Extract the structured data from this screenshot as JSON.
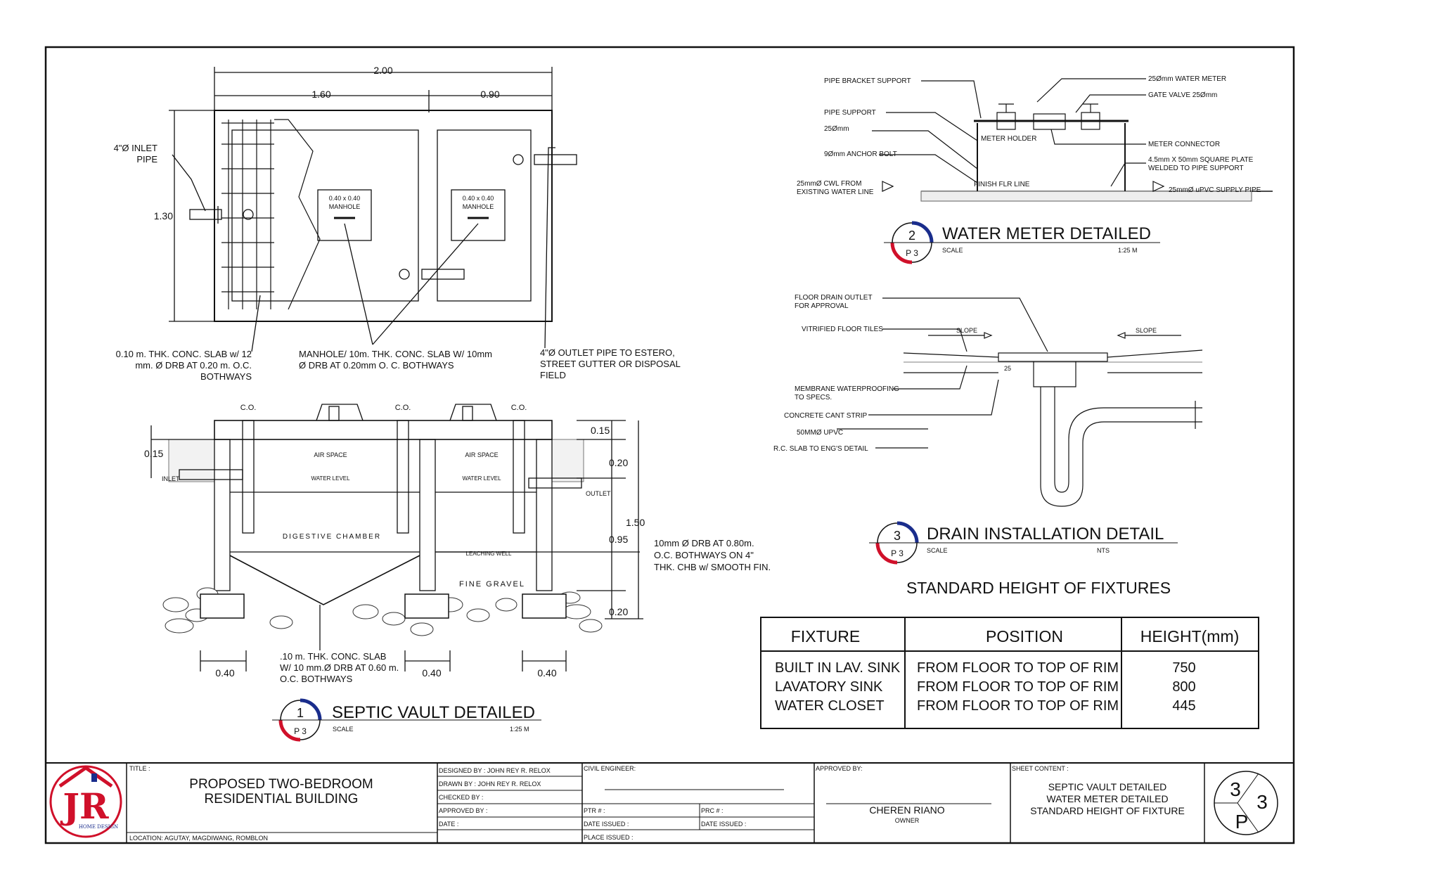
{
  "septic": {
    "dim_2_00": "2.00",
    "dim_1_60": "1.60",
    "dim_0_90": "0.90",
    "dim_1_30": "1.30",
    "inlet_pipe": [
      "4\"Ø INLET",
      "PIPE"
    ],
    "manhole_size": "0.40 x 0.40",
    "manhole": "MANHOLE",
    "slab_note": [
      "0.10 m. THK. CONC. SLAB w/ 12",
      "mm. Ø DRB AT 0.20 m. O.C.",
      "BOTHWAYS"
    ],
    "manhole_note": [
      "MANHOLE/ 10m. THK. CONC. SLAB W/ 10mm",
      "Ø DRB AT 0.20mm O. C. BOTHWAYS"
    ],
    "outlet_note": [
      "4\"Ø OUTLET PIPE TO ESTERO,",
      "STREET GUTTER OR DISPOSAL",
      "FIELD"
    ],
    "co": "C.O.",
    "dim_0_15": "0.15",
    "dim_0_20": "0.20",
    "dim_1_50": "1.50",
    "dim_0_95": "0.95",
    "dim_0_40": "0.40",
    "inlet": "INLET",
    "outlet": "OUTLET",
    "air_space": "AIR SPACE",
    "water_level": "WATER LEVEL",
    "digestive": "DIGESTIVE CHAMBER",
    "leaching": "LEACHING WELL",
    "fine_gravel": "FINE GRAVEL",
    "chb_note": [
      "10mm Ø DRB AT 0.80m.",
      "O.C. BOTHWAYS ON 4\"",
      "THK. CHB w/ SMOOTH FIN."
    ],
    "bottom_slab_note": [
      ".10 m. THK. CONC. SLAB",
      "W/ 10 mm.Ø DRB AT 0.60 m.",
      "O.C. BOTHWAYS"
    ]
  },
  "water_meter": {
    "labels_left": [
      "PIPE BRACKET SUPPORT",
      "PIPE SUPPORT",
      "25Ømm",
      "9Ømm ANCHOR BOLT"
    ],
    "cwl": [
      "25mmØ CWL FROM",
      "EXISTING WATER LINE"
    ],
    "labels_right": [
      "25Ømm WATER METER",
      "GATE VALVE 25Ømm",
      "METER CONNECTOR"
    ],
    "plate": [
      "4.5mm X 50mm SQUARE PLATE",
      "WELDED TO PIPE SUPPORT"
    ],
    "supply": "25mmØ uPVC SUPPLY PIPE",
    "meter_holder": "METER HOLDER",
    "finish_flr": "FINISH FLR LINE"
  },
  "drain": {
    "floor_outlet": [
      "FLOOR DRAIN OUTLET",
      "FOR APPROVAL"
    ],
    "vitrified": "VITRIFIED FLOOR TILES",
    "membrane": [
      "MEMBRANE WATERPROOFING",
      "TO SPECS."
    ],
    "cant": "CONCRETE CANT STRIP",
    "upvc": "50MMØ  UPVC",
    "rc_slab": "R.C. SLAB TO ENG'S DETAIL",
    "slope": "SLOPE",
    "dim_25": "25"
  },
  "titles": [
    {
      "num": "1",
      "sheet": "P 3",
      "title": "SEPTIC VAULT DETAILED",
      "scale_label": "SCALE",
      "scale": "1:25 M"
    },
    {
      "num": "2",
      "sheet": "P 3",
      "title": "WATER METER DETAILED",
      "scale_label": "SCALE",
      "scale": "1:25 M"
    },
    {
      "num": "3",
      "sheet": "P 3",
      "title": "DRAIN INSTALLATION DETAIL",
      "scale_label": "SCALE",
      "scale": "NTS"
    }
  ],
  "fixtures": {
    "heading": "STANDARD HEIGHT OF FIXTURES",
    "columns": [
      "FIXTURE",
      "POSITION",
      "HEIGHT(mm)"
    ],
    "rows": [
      [
        "BUILT IN LAV. SINK",
        "FROM FLOOR TO TOP OF RIM",
        "750"
      ],
      [
        "LAVATORY SINK",
        "FROM FLOOR TO TOP OF RIM",
        "800"
      ],
      [
        "WATER CLOSET",
        "FROM FLOOR TO TOP OF RIM",
        "445"
      ]
    ]
  },
  "title_block": {
    "logo_text": "JR",
    "logo_sub": "HOME DESIGN",
    "title_label": "TITLE :",
    "project": [
      "PROPOSED TWO-BEDROOM",
      "RESIDENTIAL BUILDING"
    ],
    "location": "LOCATION: AGUTAY, MAGDIWANG, ROMBLON",
    "designed": "DESIGNED BY : JOHN REY R. RELOX",
    "drawn": "DRAWN BY : JOHN REY R. RELOX",
    "checked": "CHECKED BY :",
    "approved": "APPROVED BY :",
    "date": "DATE :",
    "civil": "CIVIL ENGINEER:",
    "ptr": "PTR # :",
    "prc": "PRC # :",
    "date_issued": "DATE ISSUED :",
    "place_issued": "PLACE ISSUED :",
    "approved_by": "APPROVED BY:",
    "owner_name": "CHEREN RIANO",
    "owner": "OWNER",
    "sheet_content_label": "SHEET CONTENT :",
    "sheet_content": [
      "SEPTIC VAULT DETAILED",
      "WATER METER DETAILED",
      "STANDARD HEIGHT OF FIXTURE"
    ],
    "sheet_num": "3",
    "sheet_total": "3",
    "sheet_prefix": "P"
  },
  "colors": {
    "accent_red": "#d0102a",
    "accent_blue": "#1a2d8c",
    "line": "#111111"
  }
}
